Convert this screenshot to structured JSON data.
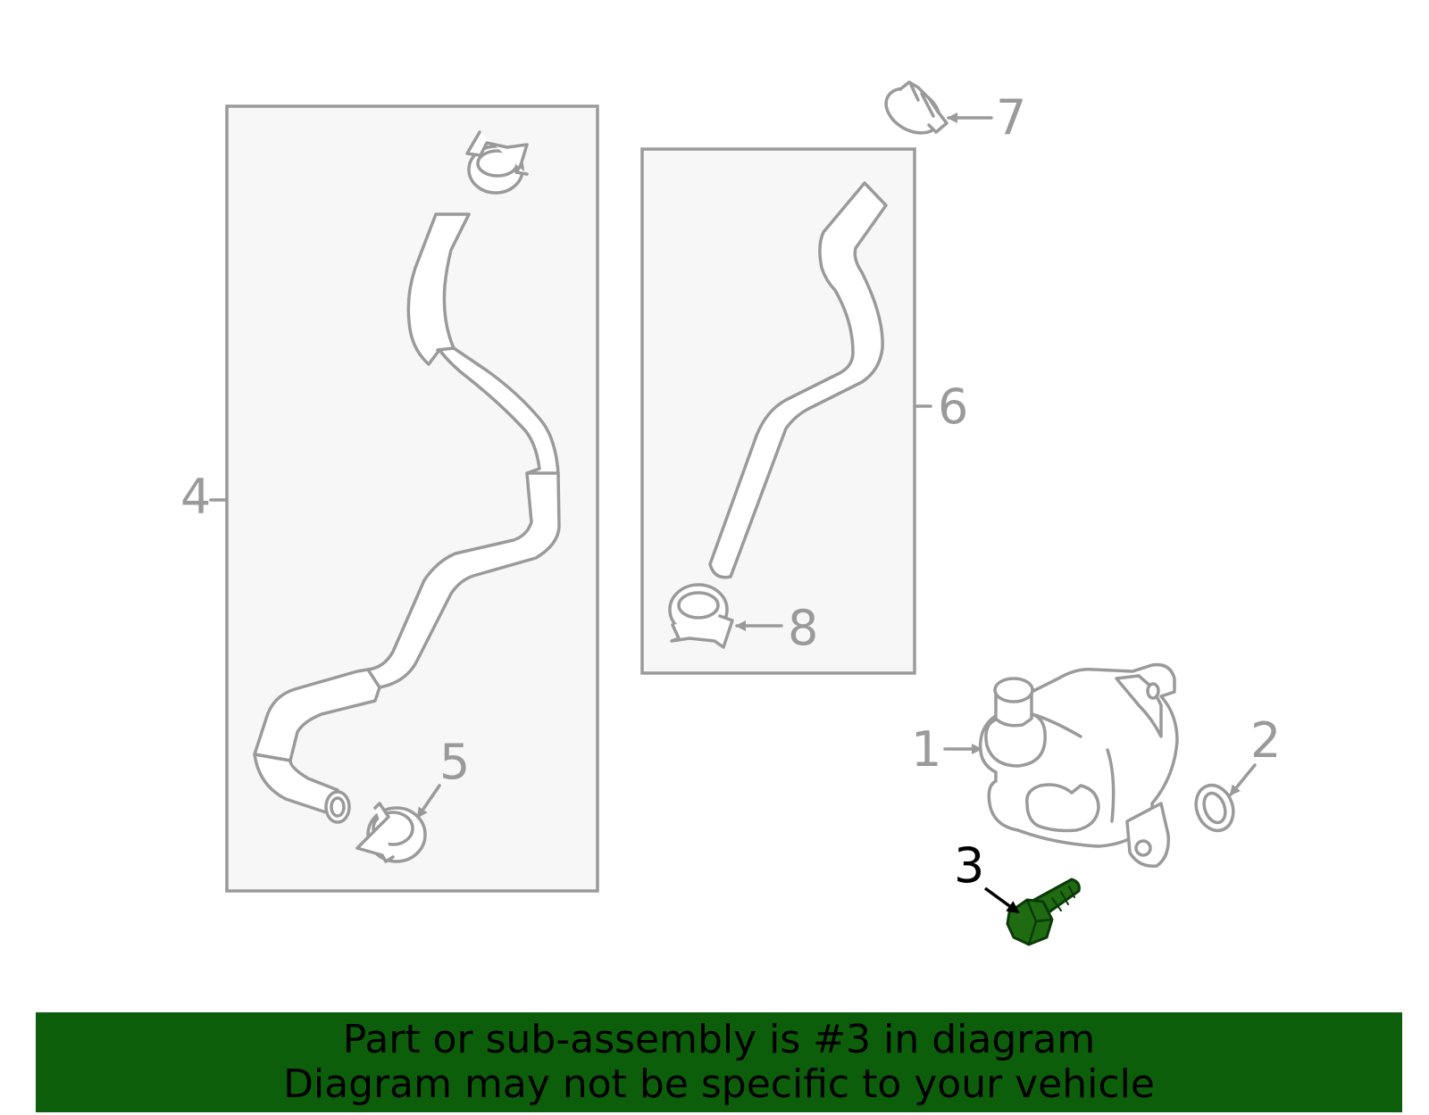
{
  "callouts": {
    "c1": "1",
    "c2": "2",
    "c3": "3",
    "c4": "4",
    "c5": "5",
    "c6": "6",
    "c7": "7",
    "c8": "8"
  },
  "highlight_part": "3",
  "colors": {
    "highlight": "#1f6b12",
    "banner": "#0d5e0a",
    "line": "#9a9a9a"
  },
  "banner": {
    "line1": "Part or sub-assembly is #3 in diagram",
    "line2": "Diagram may not be specific to your vehicle"
  }
}
